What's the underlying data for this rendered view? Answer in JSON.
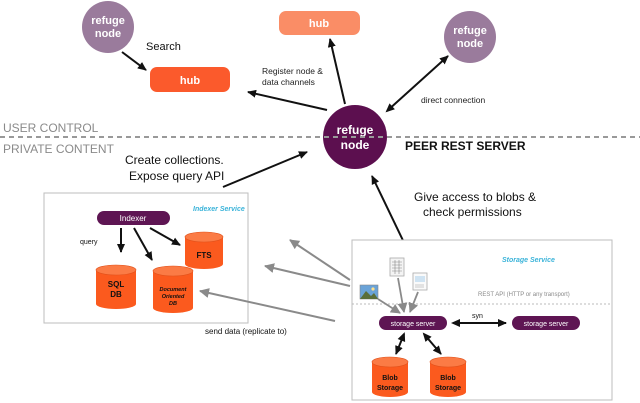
{
  "nodes": {
    "refuge_top_left": [
      "refuge",
      "node"
    ],
    "refuge_top_right": [
      "refuge",
      "node"
    ],
    "refuge_center": [
      "refuge",
      "node"
    ]
  },
  "hubs": {
    "hub_left": "hub",
    "hub_top": "hub"
  },
  "labels": {
    "search": "Search",
    "register": [
      "Register node &",
      "data channels"
    ],
    "direct_connection": "direct connection",
    "user_control": "USER CONTROL",
    "private_content": "PRIVATE CONTENT",
    "peer_rest_server": "PEER REST SERVER",
    "create_collections": [
      "Create collections.",
      "Expose query API"
    ],
    "give_access": [
      "Give access to blobs &",
      "check permissions"
    ],
    "send_data": "send data (replicate to)"
  },
  "indexer_service": {
    "title": "Indexer Service",
    "indexer": "Indexer",
    "query": "query",
    "fts": "FTS",
    "sql_db": [
      "SQL",
      "DB"
    ],
    "doc_db": [
      "Document",
      "Oriented",
      "DB"
    ]
  },
  "storage_service": {
    "title": "Storage Service",
    "rest_api": "REST API (HTTP or any transport)",
    "storage_server": "storage server",
    "storage_server_2": "storage server",
    "syn": "syn",
    "blob_1": [
      "Blob",
      "Storage"
    ],
    "blob_2": [
      "Blob",
      "Storage"
    ]
  },
  "colors": {
    "node": "#9a7b9c",
    "center_node": "#5c0f4f",
    "hub": "#fb5a2c",
    "hub_light": "#fa8d66",
    "cylinder": "#fb5a1e",
    "cylinder_top": "#fb7b45",
    "pill": "#5e1553",
    "accent": "#3ab3d9"
  }
}
